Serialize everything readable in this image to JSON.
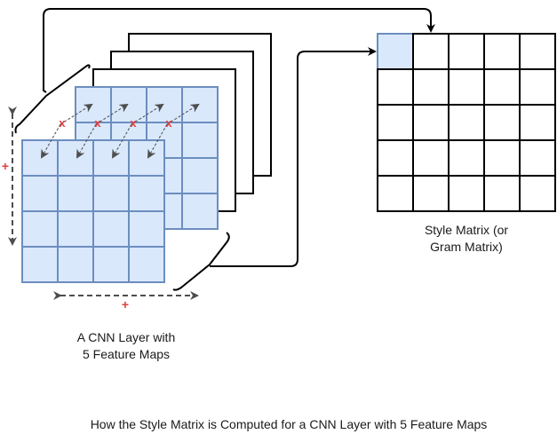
{
  "diagram": {
    "caption": "How the Style Matrix is Computed for a CNN Layer with 5 Feature Maps",
    "cnn_layer": {
      "label_line1": "A CNN Layer with",
      "label_line2": "5 Feature Maps",
      "feature_map_count": 5,
      "grid_size": 4,
      "fill_color": "#dae8fc",
      "stroke_color": "#6c8ebf"
    },
    "style_matrix": {
      "label_line1": "Style Matrix (or",
      "label_line2": "Gram Matrix)",
      "rows": 5,
      "cols": 5,
      "highlighted_cell": [
        0,
        0
      ],
      "highlight_color": "#dae8fc"
    },
    "operators": {
      "multiply": "x",
      "sum": "+",
      "color": "#e0403f"
    }
  }
}
